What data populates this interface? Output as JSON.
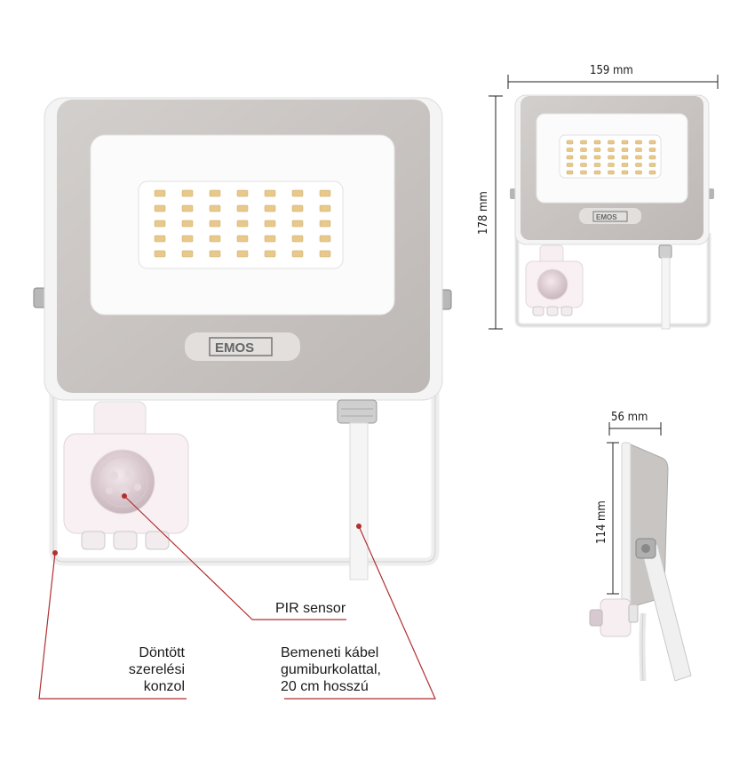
{
  "brand": "EMOS",
  "callouts": {
    "pir": "PIR sensor",
    "bracket": [
      "Döntött",
      "szerelési",
      "konzol"
    ],
    "cable": [
      "Bemeneti kábel",
      "gumiburkolattal,",
      "20 cm hosszú"
    ]
  },
  "dimensions": {
    "width": "159 mm",
    "height": "178 mm",
    "depth": "56 mm",
    "side_height": "114 mm"
  },
  "colors": {
    "housing": "#c9c5c2",
    "frame": "#f4f4f4",
    "lens": "#ffffff",
    "led": "#e8c98a",
    "callout_line": "#b03030"
  },
  "led_grid": {
    "rows": 5,
    "cols": 7
  }
}
